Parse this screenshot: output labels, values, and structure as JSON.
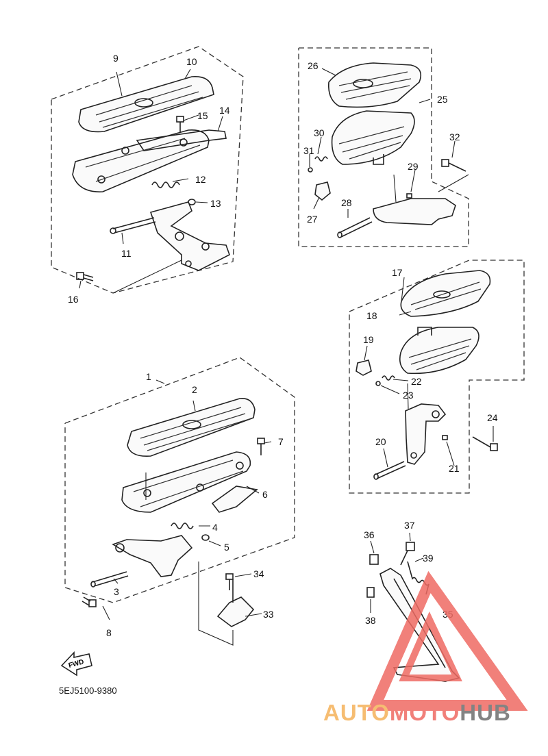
{
  "diagram_code": "5EJ5100-9380",
  "fwd_label": "FWD",
  "watermark": {
    "part1": "AUTO",
    "part2": "MOTO",
    "part3": "HUB",
    "color_orange": "#f5b25a",
    "color_red": "#ef6b63",
    "color_gray": "#6e6e6e"
  },
  "callouts": {
    "c1": "1",
    "c2": "2",
    "c3": "3",
    "c4": "4",
    "c5": "5",
    "c6": "6",
    "c7": "7",
    "c8": "8",
    "c9": "9",
    "c10": "10",
    "c11": "11",
    "c12": "12",
    "c13": "13",
    "c14": "14",
    "c15": "15",
    "c16": "16",
    "c17": "17",
    "c18": "18",
    "c19": "19",
    "c20": "20",
    "c21": "21",
    "c22": "22",
    "c23": "23",
    "c24": "24",
    "c25": "25",
    "c26": "26",
    "c27": "27",
    "c28": "28",
    "c29": "29",
    "c30": "30",
    "c31": "31",
    "c32": "32",
    "c33": "33",
    "c34": "34",
    "c35": "35",
    "c36": "36",
    "c37": "37",
    "c38": "38",
    "c39": "39"
  }
}
